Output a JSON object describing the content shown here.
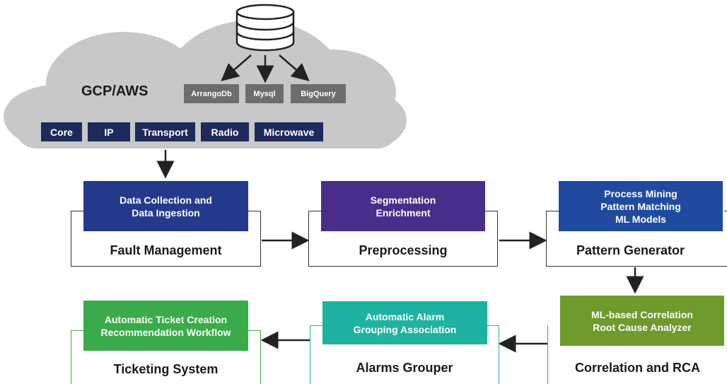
{
  "cloud": {
    "title": "GCP/AWS",
    "databases": [
      "ArrangoDb",
      "Mysql",
      "BigQuery"
    ],
    "networks": [
      "Core",
      "IP",
      "Transport",
      "Radio",
      "Microwave"
    ]
  },
  "stages": {
    "fault": {
      "title": "Fault Management",
      "lines": [
        "Data Collection and",
        "Data Ingestion"
      ],
      "color": "#233a8c"
    },
    "pre": {
      "title": "Preprocessing",
      "lines": [
        "Segmentation",
        "Enrichment"
      ],
      "color": "#4a2d8a"
    },
    "pattern": {
      "title": "Pattern Generator",
      "lines": [
        "Process Mining",
        "Pattern Matching",
        "ML Models"
      ],
      "color": "#1f4aa0"
    },
    "corr": {
      "title": "Correlation and RCA",
      "lines": [
        "ML-based Correlation",
        "Root Cause Analyzer"
      ],
      "color": "#6f9a2e"
    },
    "alarms": {
      "title": "Alarms Grouper",
      "lines": [
        "Automatic Alarm",
        "Grouping Association"
      ],
      "color": "#1db3a0"
    },
    "ticket": {
      "title": "Ticketing System",
      "lines": [
        "Automatic Ticket Creation",
        "Recommendation Workflow"
      ],
      "color": "#3aab4a"
    }
  }
}
